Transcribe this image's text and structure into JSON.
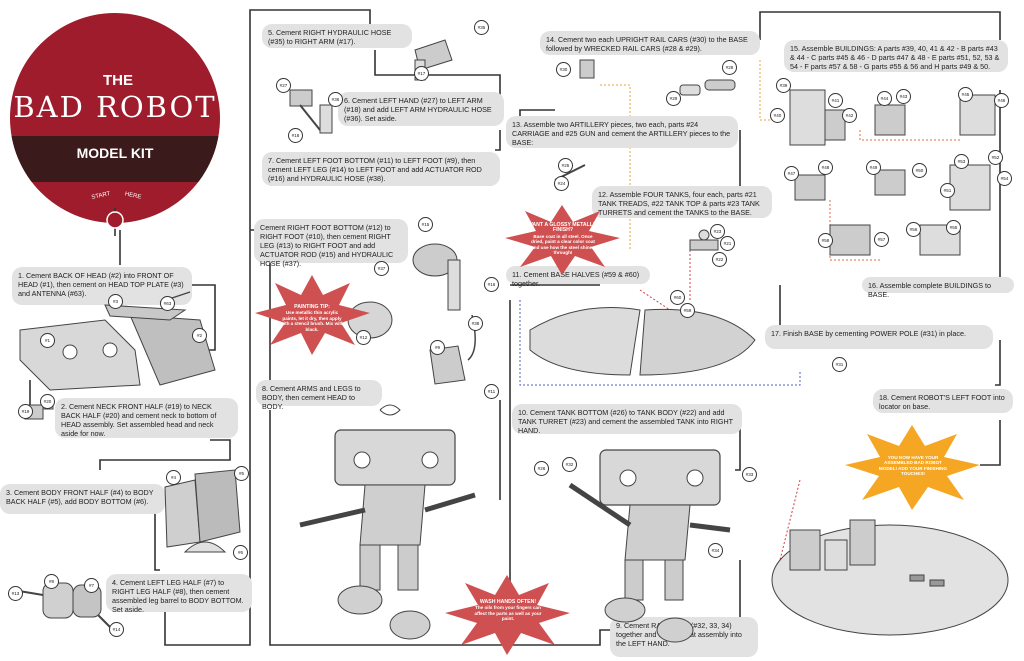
{
  "logo": {
    "the": "THE",
    "name": "BAD ROBOT",
    "subtitle": "MODEL KIT",
    "start": "START",
    "here": "HERE",
    "colors": {
      "red": "#9e1c2b",
      "dark": "#3a1a1a"
    }
  },
  "steps": {
    "s1": "1. Cement BACK OF HEAD (#2) into FRONT OF HEAD (#1), then cement on HEAD TOP PLATE (#3) and ANTENNA (#63).",
    "s2": "2. Cement NECK FRONT HALF (#19) to NECK BACK HALF (#20) and cement neck to bottom of HEAD assembly. Set assembled head and neck aside for now.",
    "s3": "3. Cement BODY FRONT HALF (#4) to BODY BACK HALF (#5), add BODY BOTTOM (#6).",
    "s4": "4. Cement LEFT LEG HALF (#7) to RIGHT LEG HALF (#8), then cement assembled leg barrel to BODY BOTTOM. Set aside.",
    "s5": "5. Cement RIGHT HYDRAULIC HOSE (#35) to RIGHT ARM (#17).",
    "s6": "6. Cement LEFT HAND (#27) to LEFT ARM (#18) and add LEFT ARM HYDRAULIC HOSE (#36). Set aside.",
    "s7": "7. Cement LEFT FOOT BOTTOM (#11) to LEFT FOOT (#9), then cement LEFT LEG (#14) to LEFT FOOT and add ACTUATOR ROD (#16) and HYDRAULIC HOSE (#38).",
    "s7b": "Cement RIGHT FOOT BOTTOM (#12) to RIGHT FOOT (#10), then cement RIGHT LEG (#13) to RIGHT FOOT and add ACTUATOR ROD (#15) and HYDRAULIC HOSE (#37).",
    "s8": "8. Cement ARMS and LEGS to BODY, then cement HEAD to BODY.",
    "s9": "9. Cement RAIL CARS (#32, 33, 34) together and cement that assembly into the LEFT HAND.",
    "s10": "10. Cement TANK BOTTOM (#26) to TANK BODY (#22) and add TANK TURRET (#23) and cement the assembled TANK into RIGHT HAND.",
    "s11": "11. Cement BASE HALVES (#59 & #60) together.",
    "s12": "12. Assemble FOUR TANKS, four each, parts #21 TANK TREADS, #22 TANK TOP & parts #23 TANK TURRETS and cement the TANKS to the BASE.",
    "s13": "13. Assemble two ARTILLERY pieces, two each, parts #24 CARRIAGE and #25 GUN and cement the ARTILLERY pieces to the BASE:",
    "s14": "14. Cement two each UPRIGHT RAIL CARS (#30) to the BASE followed by WRECKED RAIL CARS (#28 & #29).",
    "s15": "15. Assemble BUILDINGS: A parts #39, 40, 41 & 42 - B parts #43 & 44 - C parts #45 & 46 - D parts #47 & 48 - E parts #51, 52, 53 & 54 - F parts #57 & 58 - G parts #55 & 56 and H parts #49 & 50.",
    "s16": "16. Assemble complete BUILDINGS to BASE.",
    "s17": "17. Finish BASE by cementing POWER POLE (#31) in place.",
    "s18": "18. Cement ROBOT'S LEFT FOOT into locator on base."
  },
  "stars": {
    "painting_title": "PAINTING TIP:",
    "painting_body": "Use metallic thin acrylic paints, let it dry, then apply with a stencil brush. Mix with black.",
    "wash_title": "WASH HANDS OFTEN!",
    "wash_body": "The oils from your fingers can affect the parts as well as your paint.",
    "glossy_title": "WANT A GLOSSY METALLIC FINISH?",
    "glossy_body": "Base coat in all steel. Once dried, paint a clear color coat and use how the steel shines through!",
    "final_body": "YOU NOW HAVE YOUR ASSEMBLED BAD ROBOT MODEL! ADD YOUR FINISHING TOUCHES!",
    "colors": {
      "red": "#cf5050",
      "orange": "#f5a623"
    }
  },
  "parts": {
    "p1": "#1",
    "p2": "#2",
    "p3": "#3",
    "p63": "#63",
    "p19": "#19",
    "p20": "#20",
    "p4": "#4",
    "p5": "#5",
    "p6": "#6",
    "p7": "#7",
    "p8": "#8",
    "p13": "#13",
    "p14": "#14",
    "p35": "#35",
    "p17": "#17",
    "p27": "#27",
    "p36": "#36",
    "p18": "#18",
    "p15": "#15",
    "p37": "#37",
    "p12": "#12",
    "p16": "#16",
    "p38": "#38",
    "p9": "#9",
    "p11": "#11",
    "p30": "#30",
    "p28": "#28",
    "p29": "#29",
    "p24": "#24",
    "p25": "#25",
    "p22": "#22",
    "p23": "#23",
    "p21": "#21",
    "p59": "#59",
    "p60": "#60",
    "p26": "#26",
    "p32": "#32",
    "p33": "#33",
    "p34": "#34",
    "p31": "#31",
    "p39": "#39",
    "p40": "#40",
    "p41": "#41",
    "p42": "#42",
    "p43": "#43",
    "p44": "#44",
    "p45": "#45",
    "p46": "#46",
    "p47": "#47",
    "p48": "#48",
    "p49": "#49",
    "p50": "#50",
    "p51": "#51",
    "p52": "#52",
    "p53": "#53",
    "p54": "#54",
    "p55": "#55",
    "p56": "#56",
    "p57": "#57",
    "p58": "#58"
  }
}
